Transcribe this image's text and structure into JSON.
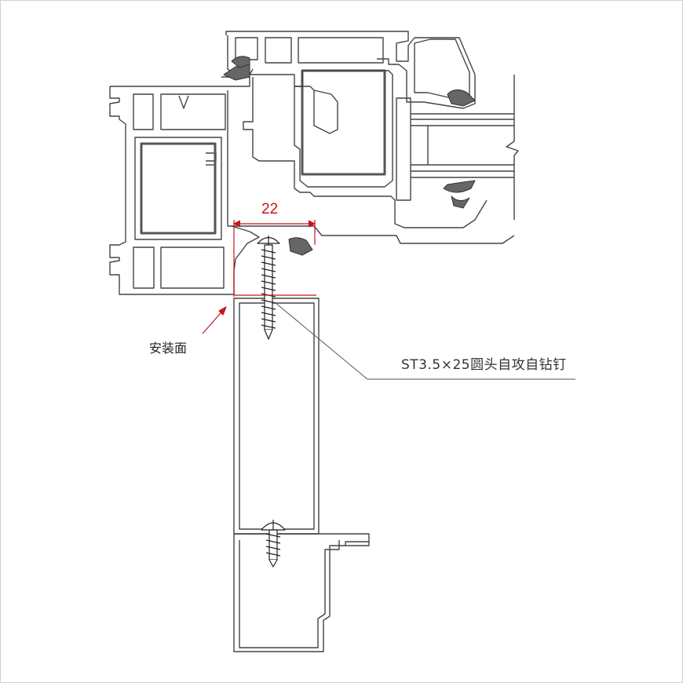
{
  "labels": {
    "dimension": "22",
    "install_surface": "安装面",
    "screw": "ST3.5×25圆头自攻自钻钉"
  },
  "colors": {
    "outline": "#444444",
    "dimension": "#c4161c",
    "gasket": "#555555",
    "background": "#ffffff"
  }
}
